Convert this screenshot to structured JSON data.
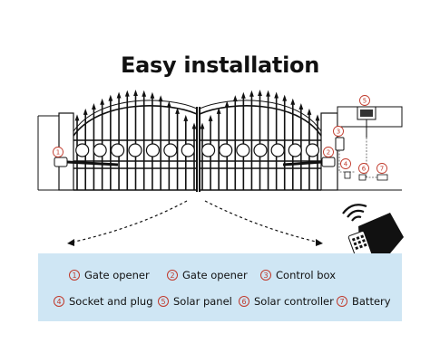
{
  "title": "Easy installation",
  "colors": {
    "callout": "#c0392b",
    "legend_bg": "#cfe6f4",
    "line": "#111111"
  },
  "legend": [
    {
      "num": "1",
      "label": "Gate opener"
    },
    {
      "num": "2",
      "label": "Gate opener"
    },
    {
      "num": "3",
      "label": "Control box"
    },
    {
      "num": "4",
      "label": "Socket and plug"
    },
    {
      "num": "5",
      "label": "Solar panel"
    },
    {
      "num": "6",
      "label": "Solar controller"
    },
    {
      "num": "7",
      "label": "Battery"
    }
  ],
  "callouts": [
    "1",
    "2",
    "3",
    "4",
    "5",
    "6",
    "7"
  ],
  "icons": [
    "remote-control-icon",
    "wireless-signal-icon",
    "gate-icon",
    "solar-panel-icon"
  ]
}
